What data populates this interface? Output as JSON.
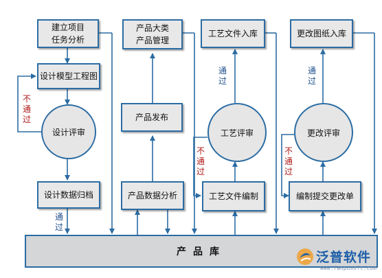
{
  "nodes": {
    "project_task": "建立项目\n任务分析",
    "design_model": "设计模型工程图",
    "design_review": "设计评审",
    "design_archive": "设计数据归档",
    "product_categories": "产品大类\n产品管理",
    "product_release": "产品发布",
    "product_analysis": "产品数据分析",
    "process_storage": "工艺文件入库",
    "process_review": "工艺评审",
    "process_edit": "工艺文件编制",
    "drawing_storage": "更改图纸入库",
    "change_review": "更改评审",
    "change_order": "编制提交更改单"
  },
  "database": "产品库",
  "labels": {
    "fail": "不通过",
    "pass": "通过"
  },
  "logo": {
    "name": "泛普软件",
    "url": "www.fanpusoft.com"
  },
  "colors": {
    "border": "#2b6ca3",
    "node_fill": "#e8e8e8",
    "db_fill": "#d4d6d8",
    "pass_text": "#1f4e8c",
    "fail_text": "#b01a1a"
  }
}
